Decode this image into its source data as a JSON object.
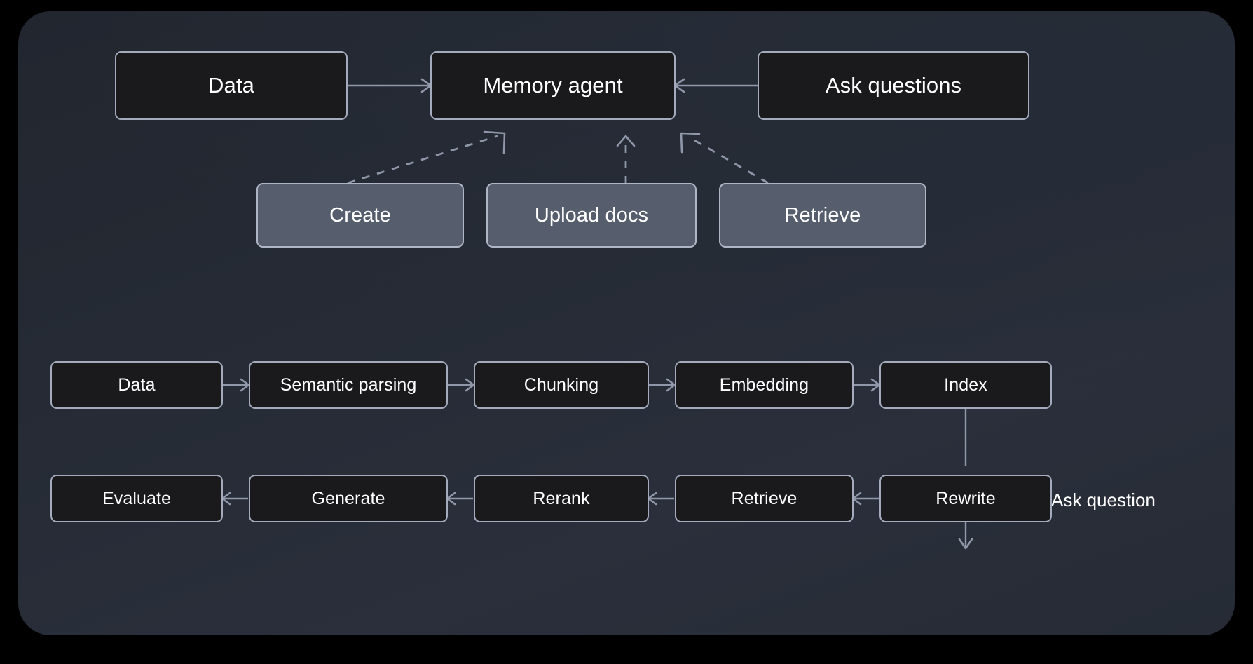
{
  "diagram": {
    "title_caption": "Memory agent",
    "ask_question_label": "Ask question",
    "overview": {
      "data_box": "Data",
      "memory_agent_box": "Memory agent",
      "ask_questions_box": "Ask questions",
      "actions": [
        {
          "label": "Create"
        },
        {
          "label": "Upload docs"
        },
        {
          "label": "Retrieve"
        }
      ]
    },
    "pipeline": {
      "ingest_row": [
        "Data",
        "Semantic parsing",
        "Chunking",
        "Embedding",
        "Index"
      ],
      "query_row": [
        "Evaluate",
        "Generate",
        "Rerank",
        "Retrieve",
        "Rewrite"
      ]
    }
  }
}
